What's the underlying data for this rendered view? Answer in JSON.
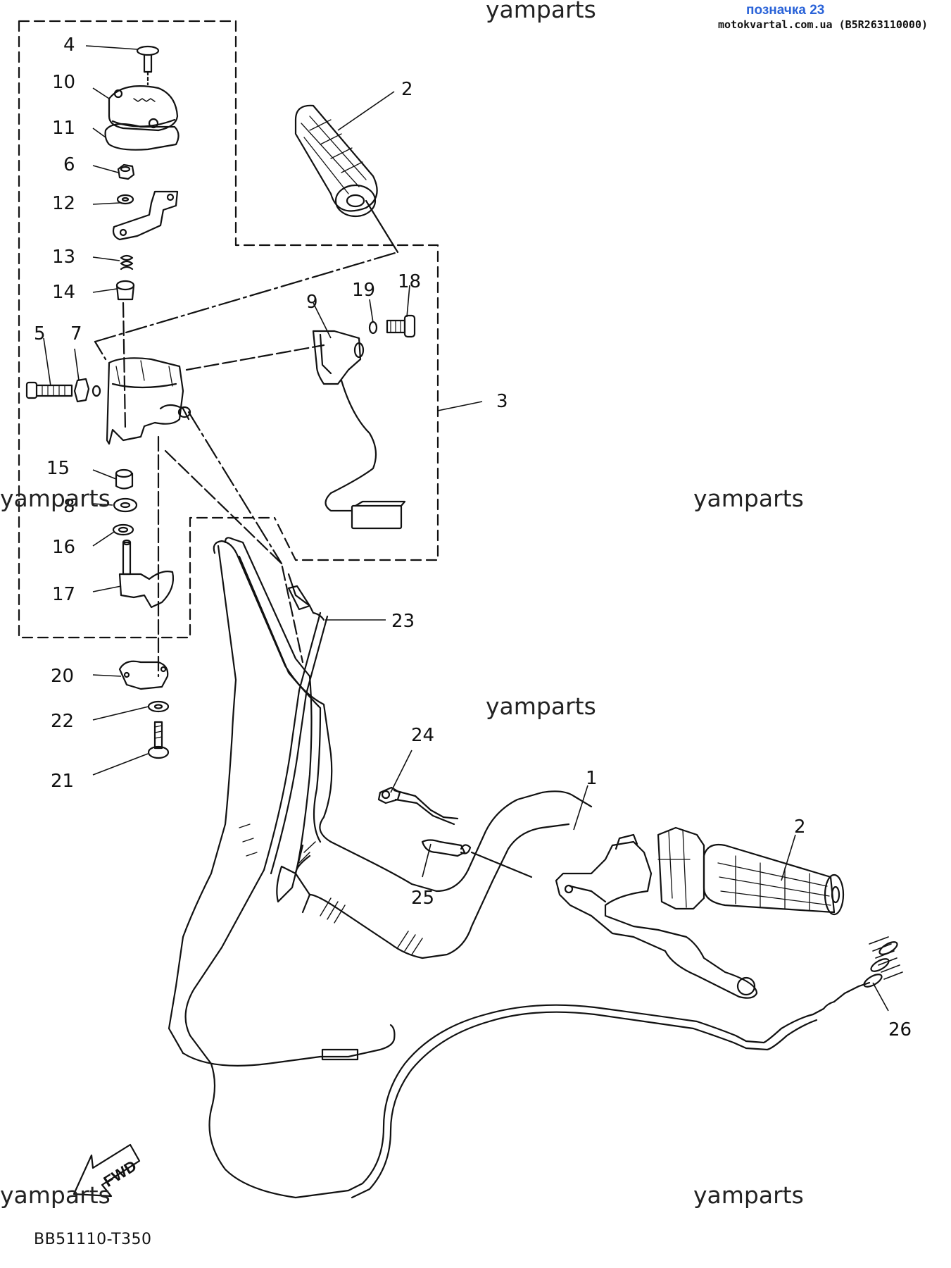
{
  "header": {
    "reference": "позначка 23",
    "site_and_code": "motokvartal.com.ua (B5R263110000)"
  },
  "watermarks": [
    "yamparts",
    "yamparts",
    "yamparts",
    "yamparts",
    "yamparts",
    "yamparts"
  ],
  "diagram_code": "BB51110-T350",
  "direction_marker": "FWD",
  "callouts": {
    "c1": "1",
    "c2a": "2",
    "c2b": "2",
    "c3": "3",
    "c4": "4",
    "c5": "5",
    "c6": "6",
    "c7": "7",
    "c8": "8",
    "c9": "9",
    "c10": "10",
    "c11": "11",
    "c12": "12",
    "c13": "13",
    "c14": "14",
    "c15": "15",
    "c16": "16",
    "c17": "17",
    "c18": "18",
    "c19": "19",
    "c20": "20",
    "c21": "21",
    "c22": "22",
    "c23": "23",
    "c24": "24",
    "c25": "25",
    "c26": "26"
  },
  "colors": {
    "line": "#111111",
    "header_ref": "#2a63d8"
  }
}
